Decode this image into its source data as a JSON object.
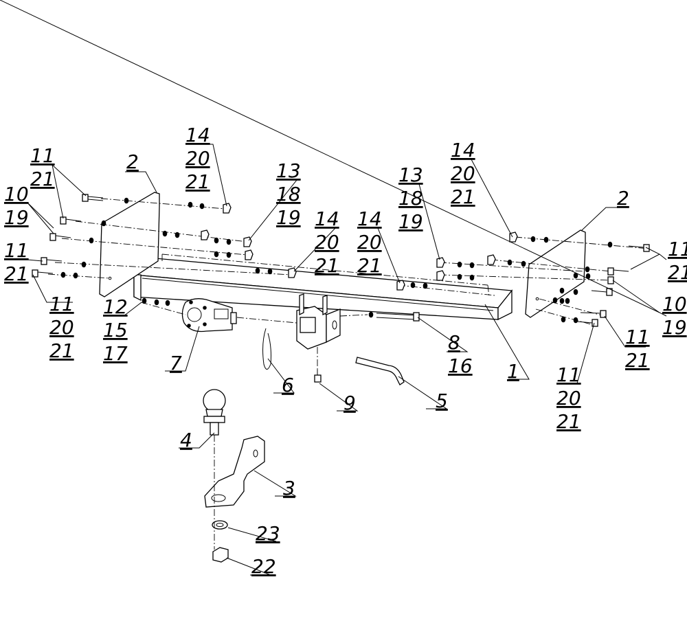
{
  "callouts": [
    {
      "id": "c1",
      "lines": [
        "1"
      ]
    },
    {
      "id": "c2l",
      "lines": [
        "2"
      ]
    },
    {
      "id": "c2r",
      "lines": [
        "2"
      ]
    },
    {
      "id": "c3",
      "lines": [
        "3"
      ]
    },
    {
      "id": "c4",
      "lines": [
        "4"
      ]
    },
    {
      "id": "c5",
      "lines": [
        "5"
      ]
    },
    {
      "id": "c6",
      "lines": [
        "6"
      ]
    },
    {
      "id": "c7",
      "lines": [
        "7"
      ]
    },
    {
      "id": "c8",
      "lines": [
        "8",
        "16"
      ]
    },
    {
      "id": "c9",
      "lines": [
        "9"
      ]
    },
    {
      "id": "c10l",
      "lines": [
        "10",
        "19"
      ]
    },
    {
      "id": "c10r",
      "lines": [
        "10",
        "19"
      ]
    },
    {
      "id": "c11tl",
      "lines": [
        "11",
        "21"
      ]
    },
    {
      "id": "c11ml",
      "lines": [
        "11",
        "21"
      ]
    },
    {
      "id": "c11bl",
      "lines": [
        "11",
        "20",
        "21"
      ]
    },
    {
      "id": "c11tr",
      "lines": [
        "11",
        "21"
      ]
    },
    {
      "id": "c11mr",
      "lines": [
        "11",
        "21"
      ]
    },
    {
      "id": "c11br",
      "lines": [
        "11",
        "20",
        "21"
      ]
    },
    {
      "id": "c12",
      "lines": [
        "12",
        "15",
        "17"
      ]
    },
    {
      "id": "c13l",
      "lines": [
        "13",
        "18",
        "19"
      ]
    },
    {
      "id": "c13r",
      "lines": [
        "13",
        "18",
        "19"
      ]
    },
    {
      "id": "c14tl",
      "lines": [
        "14",
        "20",
        "21"
      ]
    },
    {
      "id": "c14ml",
      "lines": [
        "14",
        "20",
        "21"
      ]
    },
    {
      "id": "c14mr",
      "lines": [
        "14",
        "20",
        "21"
      ]
    },
    {
      "id": "c14tr",
      "lines": [
        "14",
        "20",
        "21"
      ]
    },
    {
      "id": "c22",
      "lines": [
        "22"
      ]
    },
    {
      "id": "c23",
      "lines": [
        "23"
      ]
    }
  ]
}
